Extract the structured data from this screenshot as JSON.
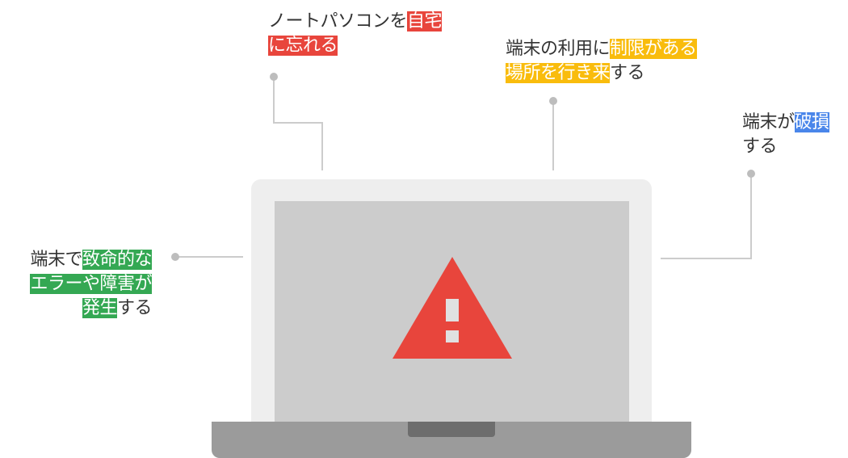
{
  "colors": {
    "red": "#e8453c",
    "yellow": "#f9bc0d",
    "blue": "#4a86ea",
    "green": "#34a853",
    "text": "#333333",
    "line": "#cccccc",
    "dot": "#bdbdbd"
  },
  "callouts": {
    "home": {
      "plain_1": "ノートパソコンを",
      "hl_1": "自宅",
      "hl_2": "に忘れる"
    },
    "restrict": {
      "plain_1": "端末の利用に",
      "hl_1": "制限がある",
      "hl_2": "場所を行き来",
      "plain_2": "する"
    },
    "damage": {
      "plain_1": "端末が",
      "hl_1": "破損",
      "plain_2": "する"
    },
    "error": {
      "plain_1": "端末で",
      "hl_1": "致命的な",
      "hl_2": "エラーや障害が",
      "hl_3": "発生",
      "plain_2": "する"
    }
  },
  "icons": {
    "warning": "warning-triangle-icon",
    "laptop": "laptop-icon"
  }
}
